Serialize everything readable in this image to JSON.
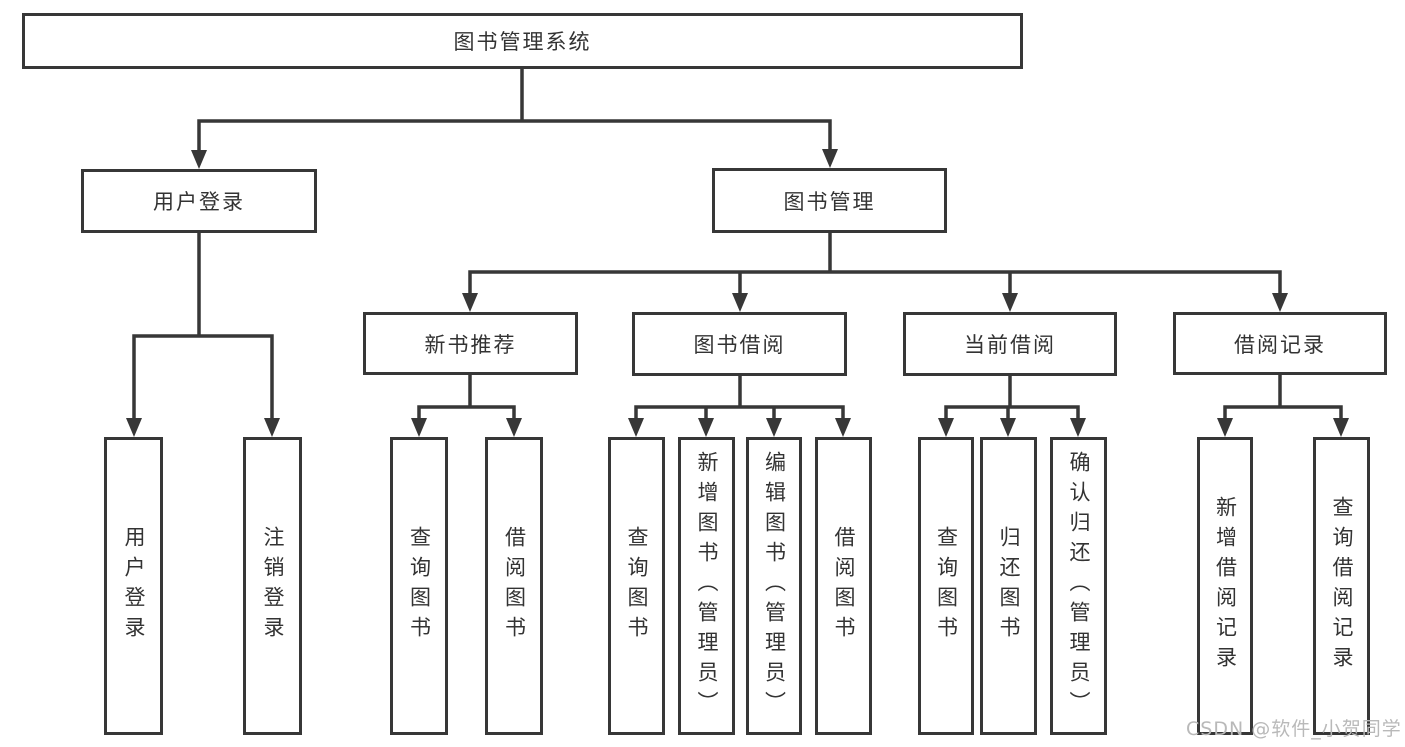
{
  "diagram": {
    "root": {
      "label": "图书管理系统"
    },
    "user_login": {
      "label": "用户登录",
      "children": [
        {
          "label": "用户登录"
        },
        {
          "label": "注销登录"
        }
      ]
    },
    "book_mgmt": {
      "label": "图书管理",
      "children": [
        {
          "label": "新书推荐",
          "children": [
            {
              "label": "查询图书"
            },
            {
              "label": "借阅图书"
            }
          ]
        },
        {
          "label": "图书借阅",
          "children": [
            {
              "label": "查询图书"
            },
            {
              "label": "新增图书（管理员）"
            },
            {
              "label": "编辑图书（管理员）"
            },
            {
              "label": "借阅图书"
            }
          ]
        },
        {
          "label": "当前借阅",
          "children": [
            {
              "label": "查询图书"
            },
            {
              "label": "归还图书"
            },
            {
              "label": "确认归还（管理员）"
            }
          ]
        },
        {
          "label": "借阅记录",
          "children": [
            {
              "label": "新增借阅记录"
            },
            {
              "label": "查询借阅记录"
            }
          ]
        }
      ]
    }
  },
  "watermark": {
    "text": "CSDN @软件_小贺同学"
  },
  "colors": {
    "line": "#373737",
    "box_border": "#373737",
    "text": "#333333",
    "background": "#ffffff",
    "watermark": "#b9b9b9"
  }
}
